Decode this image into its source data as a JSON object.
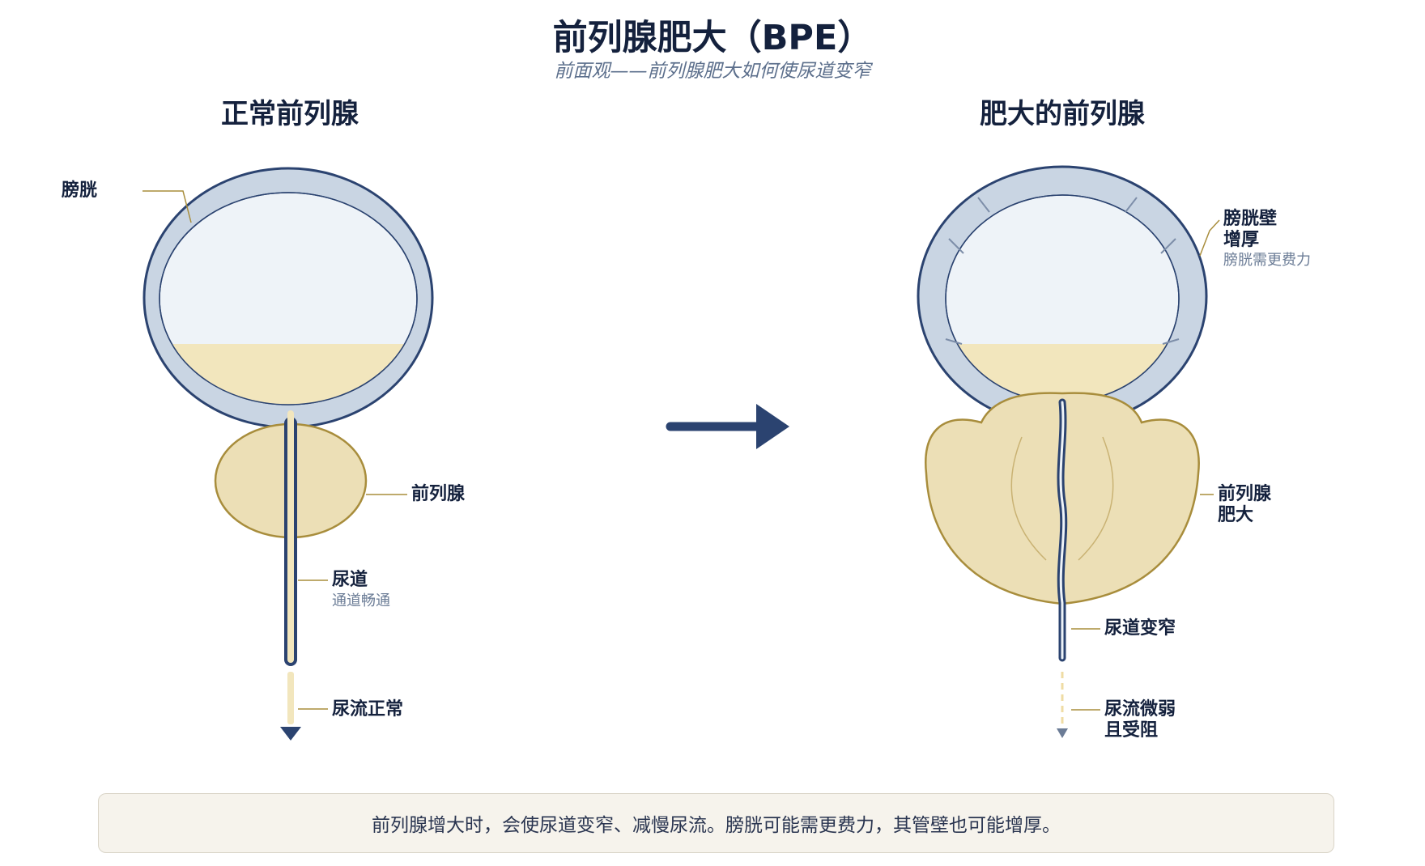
{
  "title": "前列腺肥大（BPE）",
  "subtitle": "前面观——前列腺肥大如何使尿道变窄",
  "left_panel": {
    "heading": "正常前列腺",
    "labels": {
      "bladder": "膀胱",
      "prostate": "前列腺",
      "urethra": "尿道",
      "urethra_note": "通道畅通",
      "flow": "尿流正常"
    }
  },
  "right_panel": {
    "heading": "肥大的前列腺",
    "labels": {
      "wall_line1": "膀胱壁",
      "wall_line2": "增厚",
      "wall_note": "膀胱需更费力",
      "prostate_line1": "前列腺",
      "prostate_line2": "肥大",
      "urethra": "尿道变窄",
      "flow_line1": "尿流微弱",
      "flow_line2": "且受阻"
    }
  },
  "caption": "前列腺增大时，会使尿道变窄、减慢尿流。膀胱可能需更费力，其管壁也可能增厚。",
  "colors": {
    "navy": "#2b4370",
    "bladder_wall": "#c9d5e3",
    "bladder_lumen": "#eef3f8",
    "urine": "#f2e6bd",
    "prostate_fill": "#ecdfb6",
    "prostate_stroke": "#a88d3c",
    "leader": "#a88d3c"
  }
}
